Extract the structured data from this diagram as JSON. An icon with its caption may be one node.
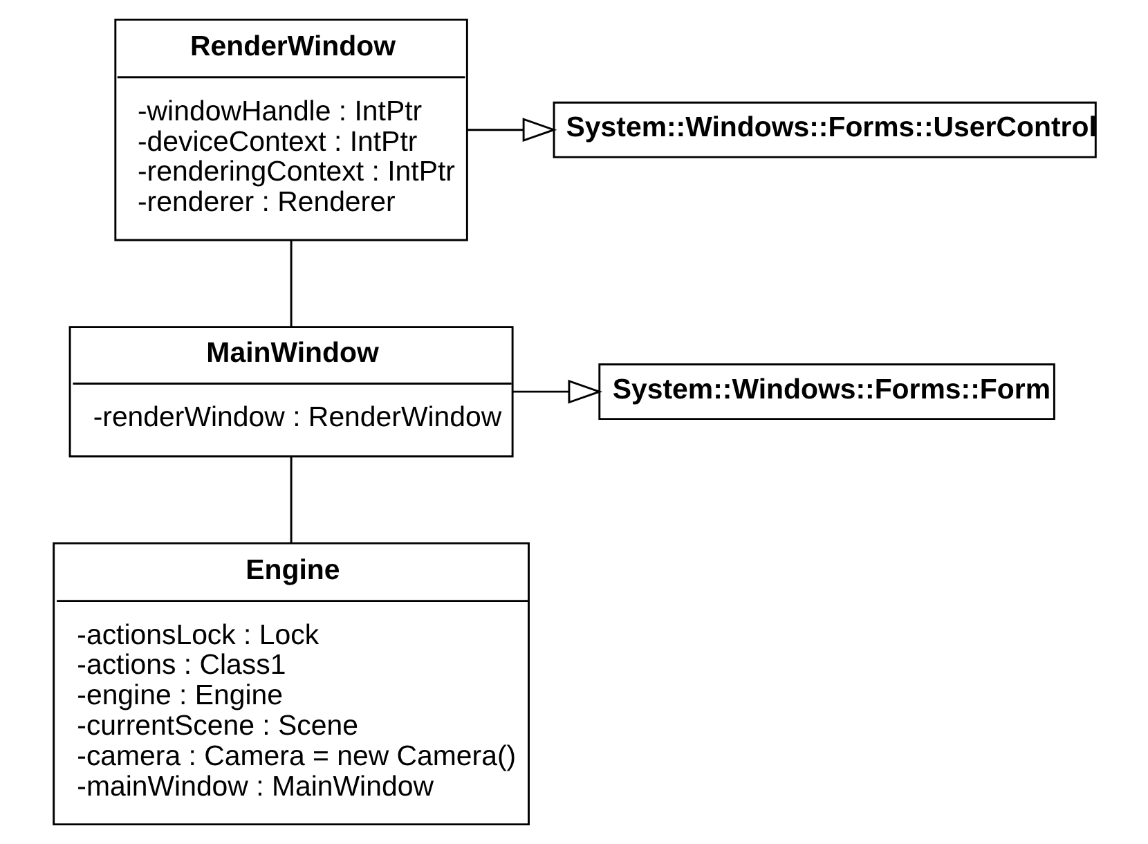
{
  "diagram": {
    "nodes": [
      {
        "text": [
          "RenderWindow",
          "-windowHandle : IntPtr",
          "-deviceContext : IntPtr",
          "-renderingContext : IntPtr",
          "-renderer : Renderer"
        ]
      },
      {
        "text": [
          "System::Windows::Forms::UserControl"
        ]
      },
      {
        "text": [
          "MainWindow",
          "-renderWindow : RenderWindow"
        ]
      },
      {
        "text": [
          "System::Windows::Forms::Form"
        ]
      },
      {
        "text": [
          "Engine",
          "-actionsLock : Lock",
          "-actions : Class1",
          "-engine : Engine",
          "-currentScene : Scene",
          "-camera : Camera = new Camera()",
          "-mainWindow : MainWindow"
        ]
      }
    ],
    "edges": [
      {
        "from": 0,
        "to": 1,
        "arrow": "to"
      },
      {
        "from": 0,
        "to": 2,
        "arrow": "none"
      },
      {
        "from": 2,
        "to": 3,
        "arrow": "to"
      },
      {
        "from": 2,
        "to": 4,
        "arrow": "none"
      }
    ]
  }
}
